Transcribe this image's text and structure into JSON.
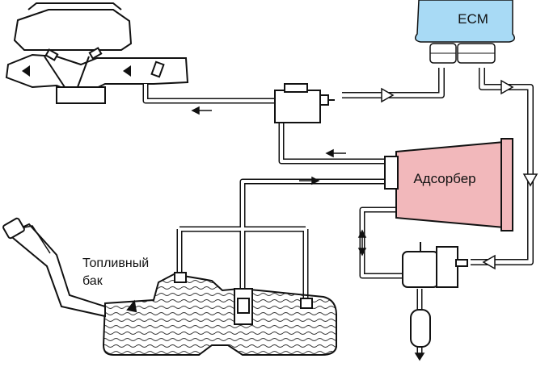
{
  "labels": {
    "ecm": "ECM",
    "canister": "Адсорбер",
    "tank_line1": "Топливный",
    "tank_line2": "бак"
  },
  "colors": {
    "ecm_fill": "#a8daf5",
    "canister_fill": "#f2b8bb",
    "line": "#111111",
    "pipe_fill": "#ffffff"
  }
}
